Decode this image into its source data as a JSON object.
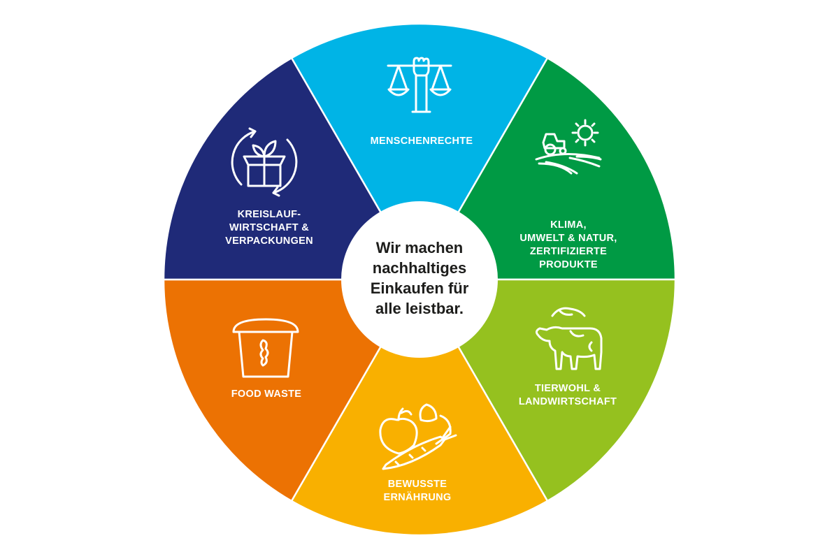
{
  "center_text": [
    "Wir machen",
    "nachhaltiges",
    "Einkaufen für",
    "alle leistbar."
  ],
  "segments": [
    {
      "id": "menschenrechte",
      "label": [
        "MENSCHENRECHTE"
      ],
      "color": "#00b4e6",
      "icon": "scales-fist-icon"
    },
    {
      "id": "klima",
      "label": [
        "KLIMA,",
        "UMWELT & NATUR,",
        "ZERTIFIZIERTE",
        "PRODUKTE"
      ],
      "color": "#009a44",
      "icon": "tractor-field-sun-icon"
    },
    {
      "id": "tierwohl",
      "label": [
        "TIERWOHL &",
        "LANDWIRTSCHAFT"
      ],
      "color": "#95c11f",
      "icon": "cow-hand-icon"
    },
    {
      "id": "ernaehrung",
      "label": [
        "BEWUSSTE",
        "ERNÄHRUNG"
      ],
      "color": "#f9b000",
      "icon": "fruit-vegetables-icon"
    },
    {
      "id": "foodwaste",
      "label": [
        "FOOD WASTE"
      ],
      "color": "#ec7203",
      "icon": "waste-bin-icon"
    },
    {
      "id": "kreislauf",
      "label": [
        "KREISLAUF-",
        "WIRTSCHAFT &",
        "VERPACKUNGEN"
      ],
      "color": "#1f2a78",
      "icon": "recycle-box-icon"
    }
  ]
}
